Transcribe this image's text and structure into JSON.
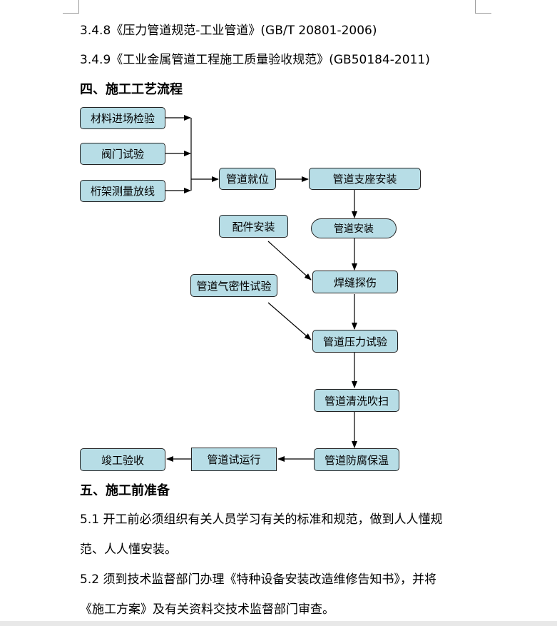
{
  "document": {
    "line_348": "3.4.8《压力管道规范-工业管道》(GB/T 20801-2006)",
    "line_349": "3.4.9《工业金属管道工程施工质量验收规范》(GB50184-2011)",
    "heading_4": "四、施工工艺流程",
    "heading_5": "五、施工前准备",
    "p51_line1": "5.1 开工前必须组织有关人员学习有关的标准和规范，做到人人懂规",
    "p51_line2": "范、人人懂安装。",
    "p52_line1": "5.2 须到技术监督部门办理《特种设备安装改造维修告知书》，并将",
    "p52_line2": "《施工方案》及有关资料交技术监督部门审查。"
  },
  "flowchart": {
    "material_inspection": "材料进场检验",
    "valve_test": "阀门试验",
    "truss_survey": "桁架测量放线",
    "pipe_positioning": "管道就位",
    "support_install": "管道支座安装",
    "fittings_install": "配件安装",
    "pipe_install": "管道安装",
    "weld_inspection": "焊缝探伤",
    "airtight_test": "管道气密性试验",
    "pressure_test": "管道压力试验",
    "cleaning": "管道清洗吹扫",
    "anticorrosion": "管道防腐保温",
    "trial_run": "管道试运行",
    "completion": "竣工验收"
  }
}
